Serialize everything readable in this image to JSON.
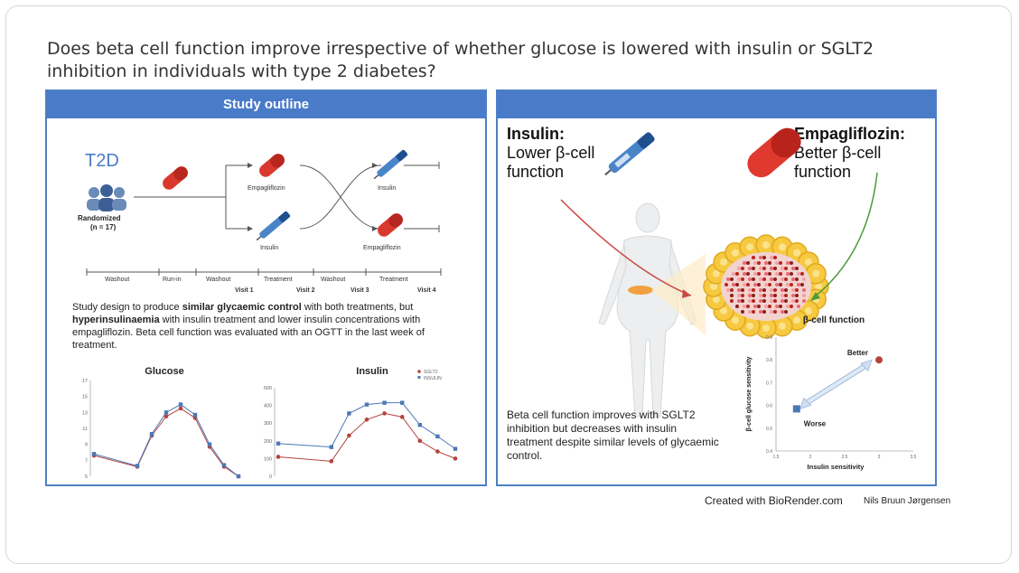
{
  "title": "Does beta cell function improve irrespective of whether glucose is lowered with insulin or SGLT2 inhibition in individuals with type 2 diabetes?",
  "left_panel": {
    "header": "Study outline",
    "t2d": "T2D",
    "randomized": "Randomized",
    "n": "(n = 17)",
    "arm_labels": [
      "Empagliflozin",
      "Insulin",
      "Insulin",
      "Empagliflozin"
    ],
    "timeline": [
      "Washout",
      "Run-in",
      "Washout",
      "Treatment",
      "Washout",
      "Treatment"
    ],
    "visits": [
      "Visit 1",
      "Visit 2",
      "Visit 3",
      "Visit 4"
    ],
    "desc_1": "Study design to produce ",
    "desc_bold_1": "similar glycaemic control",
    "desc_2": " with both treatments, but ",
    "desc_bold_2": "hyperinsulinaemia",
    "desc_3": " with insulin treatment and lower insulin concentrations with empagliflozin. Beta cell function was evaluated with an OGTT in the last week of treatment."
  },
  "right_panel": {
    "insulin_title": "Insulin:",
    "insulin_text": "Lower β-cell function",
    "empa_title": "Empagliflozin:",
    "empa_text": "Better β-cell function",
    "bottom_text": "Beta cell function improves with SGLT2 inhibition but decreases with insulin treatment despite similar levels of glycaemic control."
  },
  "footer": {
    "created": "Created with BioRender.com",
    "author": "Nils Bruun Jørgensen"
  },
  "colors": {
    "blue": "#4a7bc8",
    "red_series": "#b5433a",
    "blue_series": "#4c78b5"
  },
  "chart_data": [
    {
      "type": "line",
      "title": "Glucose",
      "ylim": [
        5,
        17
      ],
      "yticks": [
        5,
        7,
        9,
        11,
        13,
        15,
        17
      ],
      "x": [
        0,
        15,
        20,
        25,
        30,
        35,
        40,
        45,
        50
      ],
      "series": [
        {
          "values": [
            7.6,
            6.2,
            10.1,
            12.5,
            13.5,
            12.3,
            8.7,
            6.2,
            5.0
          ]
        },
        {
          "values": [
            7.8,
            6.3,
            10.3,
            13.0,
            14.0,
            12.7,
            9.0,
            6.4,
            5.0
          ]
        }
      ]
    },
    {
      "type": "line",
      "title": "Insulin",
      "ylim": [
        0,
        500
      ],
      "yticks": [
        0,
        100,
        200,
        300,
        400,
        500
      ],
      "legend": [
        "SGLT2",
        "INSULIN"
      ],
      "x": [
        0,
        15,
        20,
        25,
        30,
        35,
        40,
        45,
        50
      ],
      "series": [
        {
          "name": "SGLT2",
          "values": [
            110,
            85,
            230,
            320,
            355,
            335,
            200,
            140,
            100
          ]
        },
        {
          "name": "INSULIN",
          "values": [
            185,
            165,
            355,
            405,
            415,
            415,
            290,
            225,
            155
          ]
        }
      ]
    },
    {
      "type": "scatter",
      "title": "β-cell function",
      "xlabel": "Insulin sensitivity",
      "ylabel": "β-cell glucose sensitivity",
      "xlim": [
        1.5,
        3.5
      ],
      "ylim": [
        0.4,
        0.9
      ],
      "xticks": [
        1.5,
        2,
        2.5,
        3,
        3.5
      ],
      "yticks": [
        0.4,
        0.5,
        0.6,
        0.7,
        0.8,
        0.9
      ],
      "annotations": [
        "Better",
        "Worse"
      ],
      "points": [
        {
          "x": 1.8,
          "y": 0.585,
          "color": "#4c78b5",
          "shape": "square"
        },
        {
          "x": 3.0,
          "y": 0.8,
          "color": "#b5433a",
          "shape": "circle"
        }
      ]
    }
  ]
}
